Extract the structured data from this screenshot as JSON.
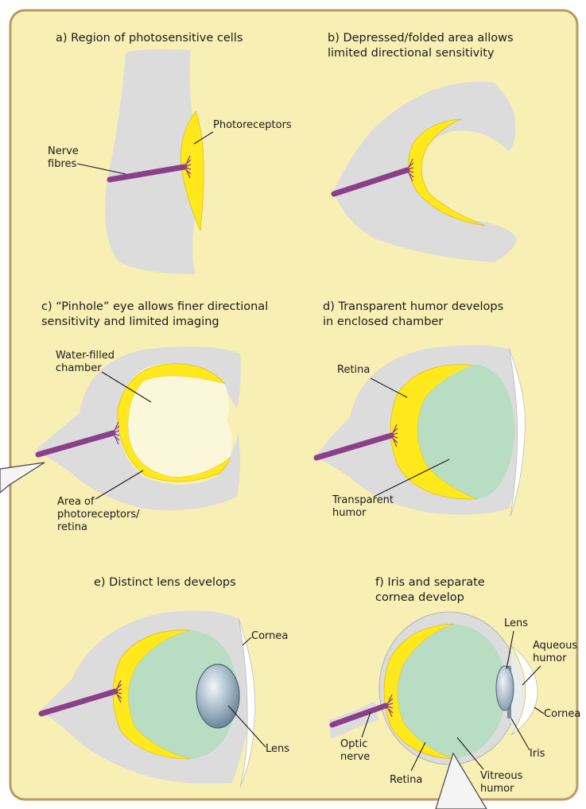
{
  "panels": {
    "a": {
      "caption": [
        "a) Region of photosensitive cells"
      ],
      "labels": {
        "photoreceptors": "Photoreceptors",
        "nerve": [
          "Nerve",
          "fibres"
        ]
      }
    },
    "b": {
      "caption": [
        "b) Depressed/folded area allows",
        "limited directional sensitivity"
      ]
    },
    "c": {
      "caption": [
        "c) “Pinhole” eye allows finer directional",
        "sensitivity and limited imaging"
      ],
      "labels": {
        "chamber": [
          "Water-filled",
          "chamber"
        ],
        "area": [
          "Area of",
          "photoreceptors/",
          "retina"
        ]
      }
    },
    "d": {
      "caption": [
        "d) Transparent humor develops",
        "in enclosed chamber"
      ],
      "labels": {
        "retina": "Retina",
        "humor": [
          "Transparent",
          "humor"
        ]
      }
    },
    "e": {
      "caption": [
        "e) Distinct lens develops"
      ],
      "labels": {
        "cornea": "Cornea",
        "lens": "Lens"
      }
    },
    "f": {
      "caption": [
        "f) Iris and separate",
        "cornea develop"
      ],
      "labels": {
        "lens": "Lens",
        "aqueous": [
          "Aqueous",
          "humor"
        ],
        "cornea": "Cornea",
        "iris": "Iris",
        "optic": [
          "Optic",
          "nerve"
        ],
        "retina": "Retina",
        "vitreous": [
          "Vitreous",
          "humor"
        ]
      }
    }
  },
  "colors": {
    "background": "#f8efb4",
    "frame": "#b99a62",
    "tissue": "#dcdcdc",
    "photoreceptor": "#ffe81c",
    "nerve": "#8a3f88",
    "humor": "#b8ddc3",
    "lens": "#8fa7b8"
  }
}
